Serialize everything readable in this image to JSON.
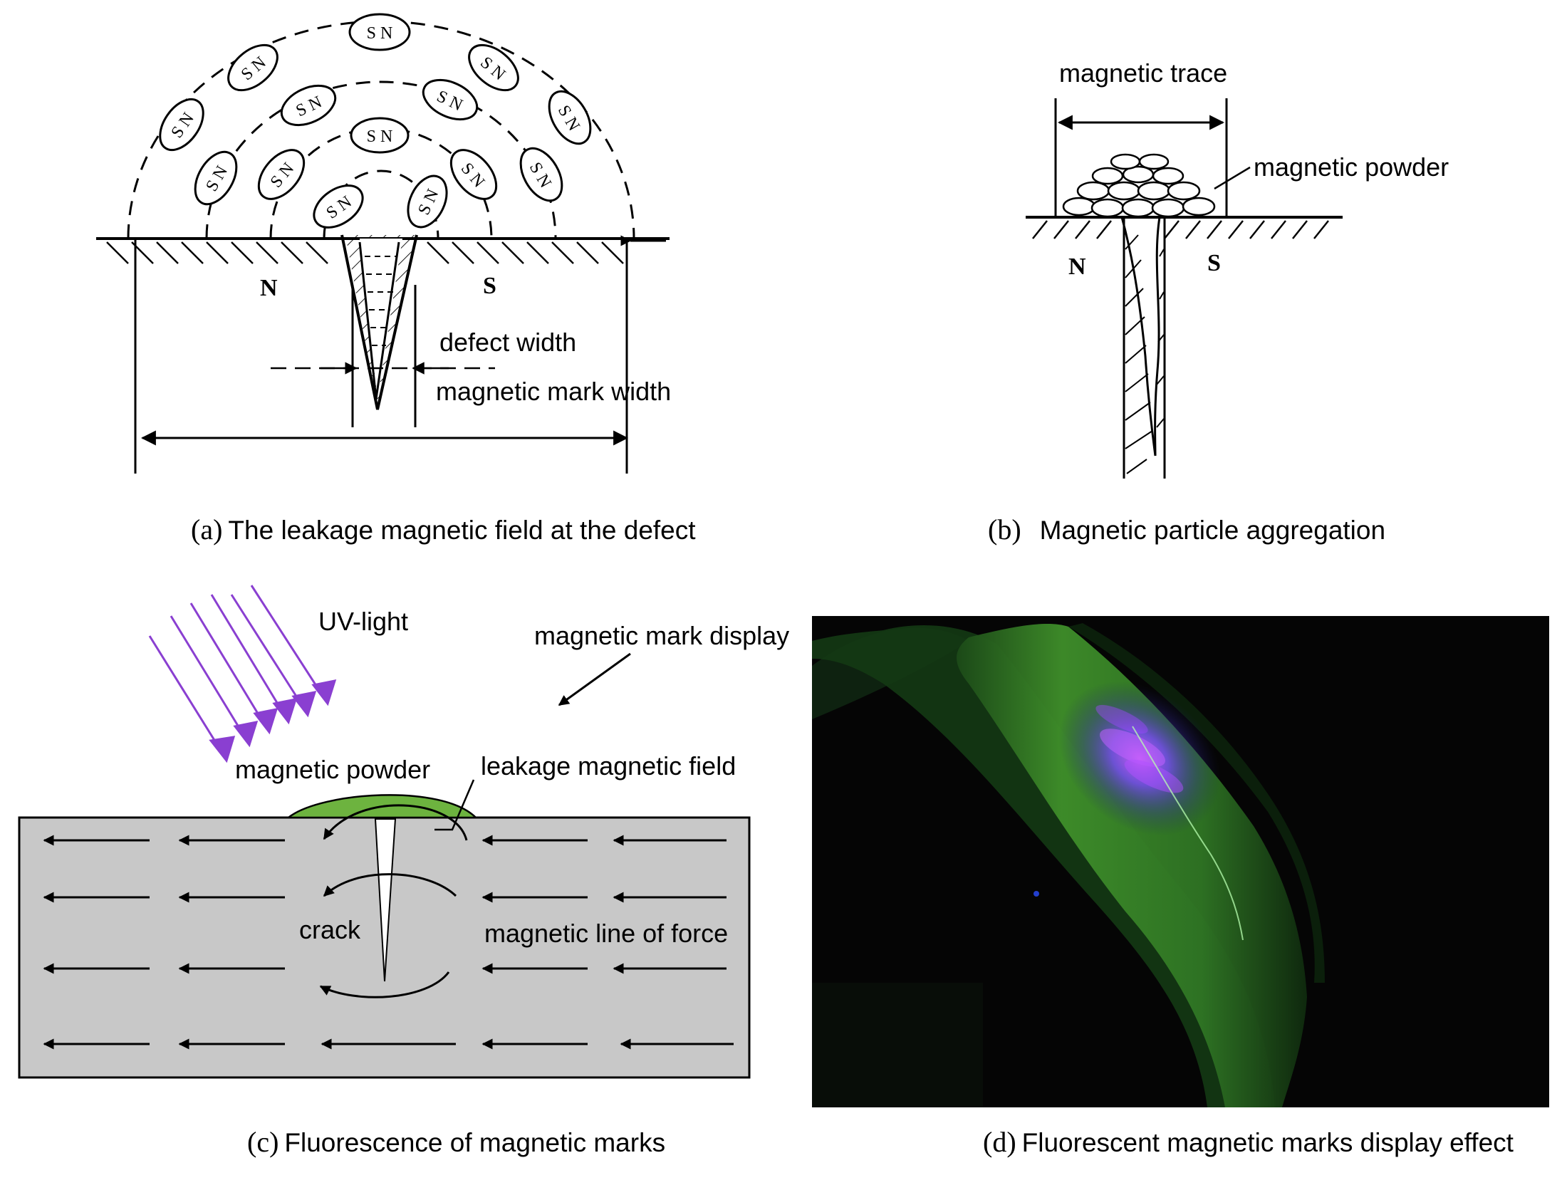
{
  "panel_a": {
    "label_defect_width": "defect width",
    "label_mark_width": "magnetic mark width",
    "pole_n": "N",
    "pole_s": "S",
    "dipole_text": "S N",
    "caption_letter": "(a)",
    "caption_text": "The leakage magnetic field at the defect"
  },
  "panel_b": {
    "label_trace": "magnetic trace",
    "label_powder": "magnetic powder",
    "pole_n": "N",
    "pole_s": "S",
    "caption_letter": "(b)",
    "caption_text": "Magnetic particle aggregation"
  },
  "panel_c": {
    "label_uv": "UV-light",
    "label_display": "magnetic mark display",
    "label_powder": "magnetic powder",
    "label_leakage": "leakage magnetic field",
    "label_crack": "crack",
    "label_force": "magnetic line of force",
    "caption_letter": "(c)",
    "caption_text": "Fluorescence of magnetic marks",
    "colors": {
      "block": "#c8c8c8",
      "powder": "#6db33f",
      "uv": "#8a3fd1"
    }
  },
  "panel_d": {
    "caption_letter": "(d)",
    "caption_text": "Fluorescent magnetic marks display effect",
    "colors": {
      "background": "#050505",
      "fluorescent_green": "#3f8f2a",
      "uv_glow": "#6a3cff"
    }
  }
}
